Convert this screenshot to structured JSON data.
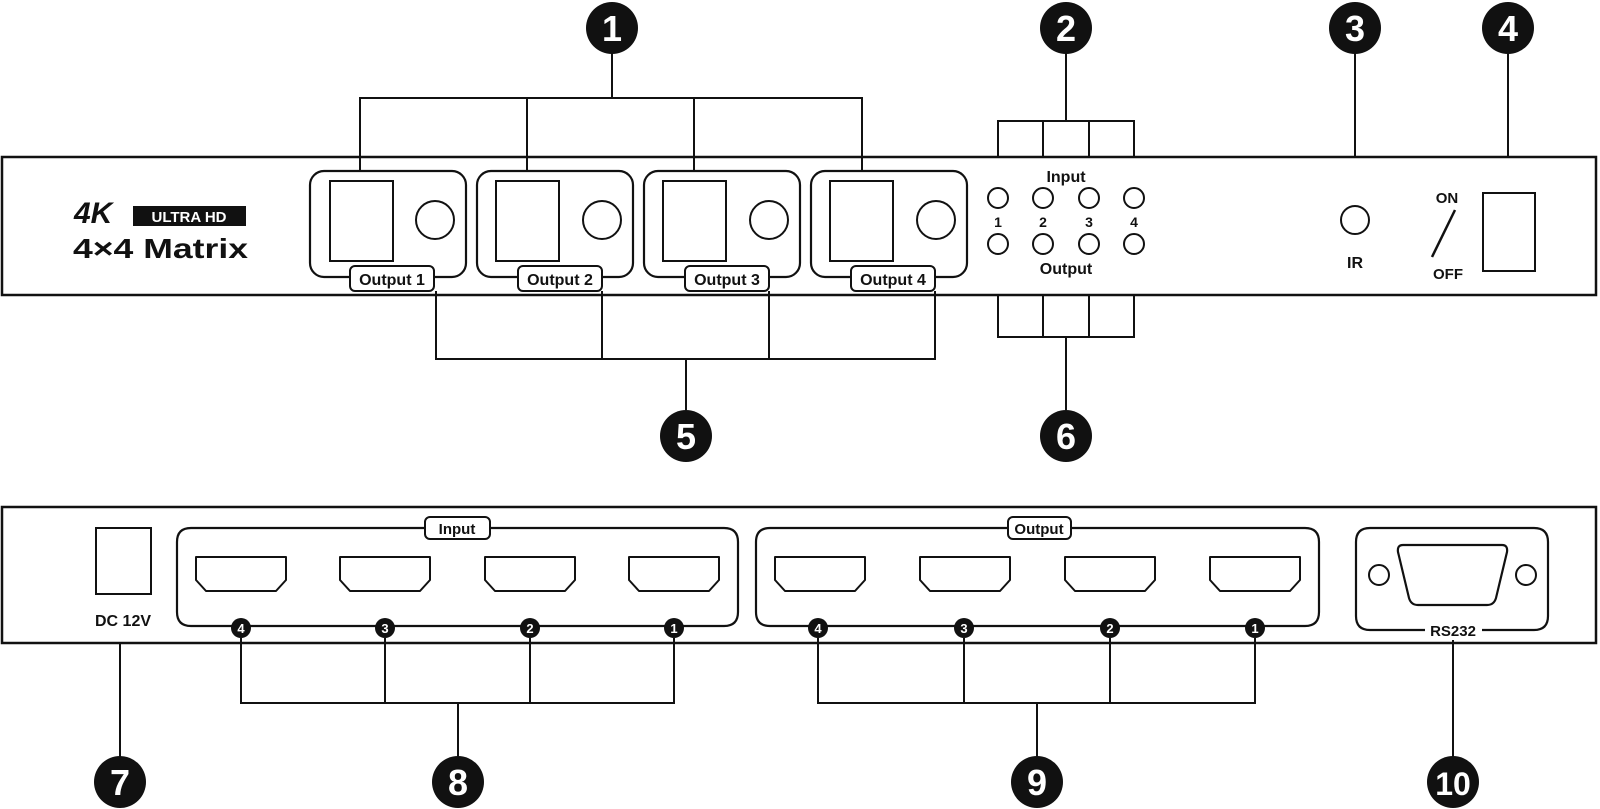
{
  "front": {
    "logo_4k": "4K",
    "logo_ultra_hd": "ULTRA HD",
    "logo_matrix": "4×4 Matrix",
    "output_buttons": [
      "Output 1",
      "Output 2",
      "Output 3",
      "Output 4"
    ],
    "led_input_label": "Input",
    "led_output_label": "Output",
    "led_numbers": [
      "1",
      "2",
      "3",
      "4"
    ],
    "ir_label": "IR",
    "power_on_label": "ON",
    "power_off_label": "OFF"
  },
  "rear": {
    "dc_label": "DC 12V",
    "input_group_label": "Input",
    "output_group_label": "Output",
    "rs232_label": "RS232",
    "port_numbers": [
      "4",
      "3",
      "2",
      "1"
    ]
  },
  "callouts": [
    "1",
    "2",
    "3",
    "4",
    "5",
    "6",
    "7",
    "8",
    "9",
    "10"
  ]
}
